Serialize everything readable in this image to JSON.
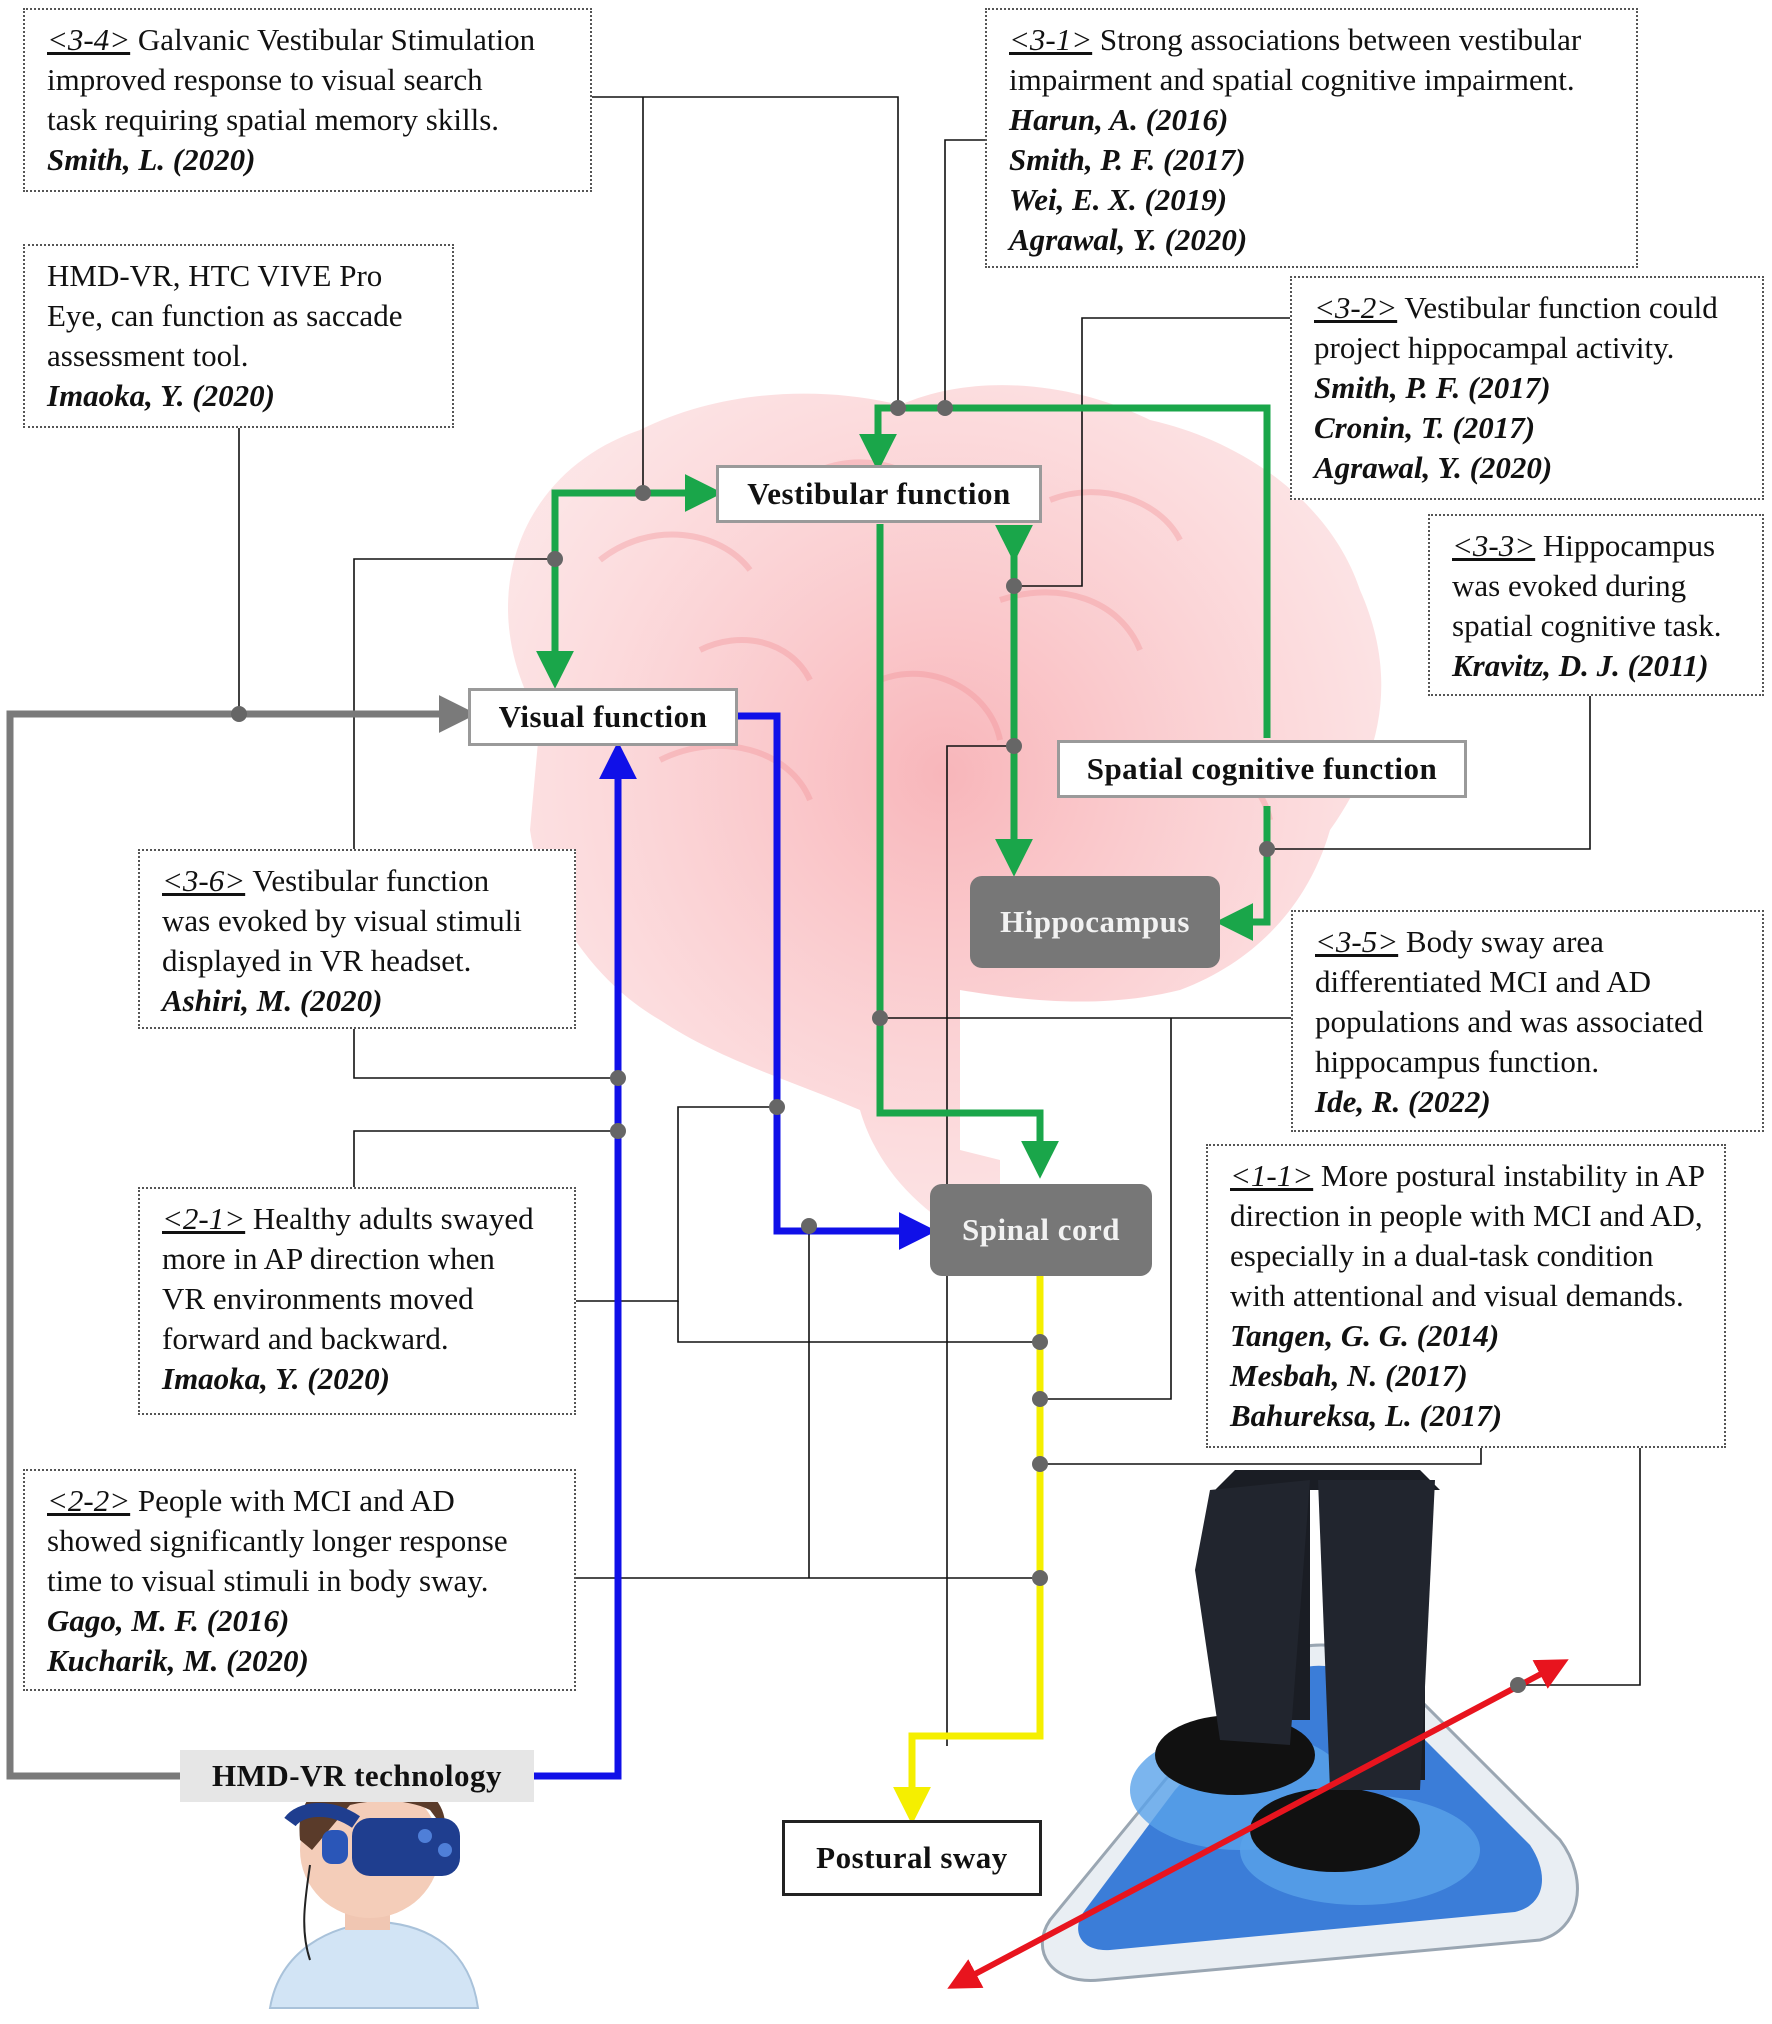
{
  "nodes": {
    "vestibular": "Vestibular function",
    "visual": "Visual function",
    "spatial": "Spatial cognitive function",
    "hippocampus": "Hippocampus",
    "spinal": "Spinal cord",
    "postural": "Postural sway",
    "hmd": "HMD-VR technology"
  },
  "notes": {
    "n34": {
      "tag": "<3-4>",
      "lines": [
        "Galvanic Vestibular Stimulation",
        "improved response to visual search",
        "task requiring spatial memory skills."
      ],
      "refs": [
        "Smith, L. (2020)"
      ]
    },
    "n31": {
      "tag": "<3-1>",
      "lines": [
        "Strong associations between vestibular",
        "impairment and spatial cognitive impairment."
      ],
      "refs": [
        "Harun, A. (2016)",
        "Smith, P. F. (2017)",
        "Wei, E. X. (2019)",
        "Agrawal, Y. (2020)"
      ]
    },
    "nhmd": {
      "tag": "",
      "lines": [
        "HMD-VR, HTC VIVE Pro",
        "Eye, can function as saccade",
        "assessment tool."
      ],
      "refs": [
        "Imaoka, Y. (2020)"
      ]
    },
    "n32": {
      "tag": "<3-2>",
      "lines": [
        "Vestibular function could",
        "project hippocampal activity."
      ],
      "refs": [
        "Smith, P. F. (2017)",
        "Cronin, T. (2017)",
        "Agrawal, Y. (2020)"
      ]
    },
    "n33": {
      "tag": "<3-3>",
      "lines": [
        "Hippocampus",
        "was evoked during",
        "spatial cognitive task."
      ],
      "refs": [
        "Kravitz, D. J. (2011)"
      ]
    },
    "n36": {
      "tag": "<3-6>",
      "lines": [
        "Vestibular function",
        "was evoked by visual stimuli",
        "displayed in VR headset."
      ],
      "refs": [
        "Ashiri, M. (2020)"
      ]
    },
    "n35": {
      "tag": "<3-5>",
      "lines": [
        "Body sway area",
        "differentiated MCI and AD",
        "populations and was associated",
        "hippocampus function."
      ],
      "refs": [
        "Ide, R. (2022)"
      ]
    },
    "n11": {
      "tag": "<1-1>",
      "lines": [
        "More postural instability in AP",
        "direction in people with MCI and AD,",
        "especially in a dual-task condition",
        "with attentional and visual demands."
      ],
      "refs": [
        "Tangen, G. G. (2014)",
        "Mesbah, N. (2017)",
        "Bahureksa, L. (2017)"
      ]
    },
    "n21": {
      "tag": "<2-1>",
      "lines": [
        "Healthy adults swayed",
        "more in AP direction when",
        "VR environments moved",
        "forward and backward."
      ],
      "refs": [
        "Imaoka, Y. (2020)"
      ]
    },
    "n22": {
      "tag": "<2-2>",
      "lines": [
        "People with MCI and AD",
        "showed significantly longer response",
        "time to visual stimuli in body sway."
      ],
      "refs": [
        "Gago, M. F. (2016)",
        "Kucharik, M. (2020)"
      ]
    }
  },
  "colors": {
    "green": "#1aa64a",
    "blue": "#1010e8",
    "yellow": "#f5ef00",
    "red": "#e8141e",
    "gray": "#7a7a7a",
    "connector": "#111111"
  }
}
